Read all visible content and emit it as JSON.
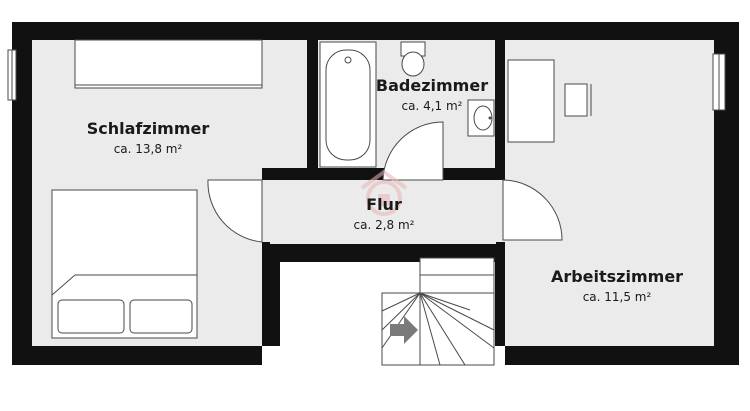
{
  "rooms": {
    "schlafzimmer": {
      "name": "Schlafzimmer",
      "area": "ca. 13,8 m²"
    },
    "badezimmer": {
      "name": "Badezimmer",
      "area": "ca. 4,1 m²"
    },
    "flur": {
      "name": "Flur",
      "area": "ca. 2,8 m²"
    },
    "arbeitszimmer": {
      "name": "Arbeitszimmer",
      "area": "ca. 11,5 m²"
    }
  },
  "colors": {
    "wall": "#111111",
    "floor": "#ebebeb",
    "furniture_stroke": "#4a4a4a",
    "stair_arrow": "#7a7a7a",
    "watermark": "#e8b4b4"
  },
  "icons": [
    "bathtub-icon",
    "toilet-icon",
    "sink-icon",
    "desk-icon",
    "chair-icon",
    "bed-icon",
    "wardrobe-icon",
    "stairs-icon",
    "stair-arrow-icon",
    "door-swing-icon",
    "window-icon",
    "watermark-logo-icon"
  ]
}
